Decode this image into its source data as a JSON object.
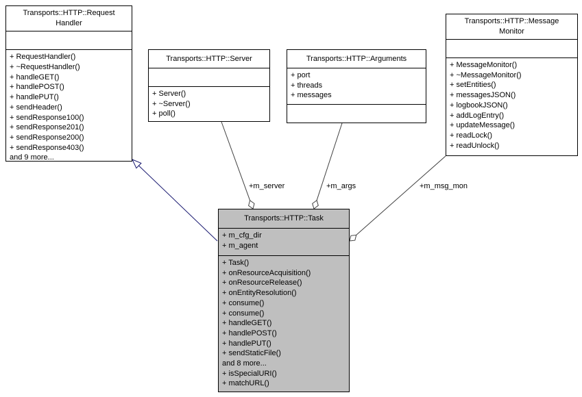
{
  "diagram": {
    "type": "uml-collaboration-diagram",
    "classes": {
      "request_handler": {
        "title_lines": [
          "Transports::HTTP::Request",
          "Handler"
        ],
        "attributes": [],
        "methods": [
          "+ RequestHandler()",
          "+ ~RequestHandler()",
          "+ handleGET()",
          "+ handlePOST()",
          "+ handlePUT()",
          "+ sendHeader()",
          "+ sendResponse100()",
          "+ sendResponse201()",
          "+ sendResponse200()",
          "+ sendResponse403()",
          "and 9 more..."
        ]
      },
      "server": {
        "title_lines": [
          "Transports::HTTP::Server"
        ],
        "attributes": [],
        "methods": [
          "+ Server()",
          "+ ~Server()",
          "+ poll()"
        ]
      },
      "arguments": {
        "title_lines": [
          "Transports::HTTP::Arguments"
        ],
        "attributes": [
          "+ port",
          "+ threads",
          "+ messages"
        ],
        "methods": []
      },
      "message_monitor": {
        "title_lines": [
          "Transports::HTTP::Message",
          "Monitor"
        ],
        "attributes": [],
        "methods": [
          "+ MessageMonitor()",
          "+ ~MessageMonitor()",
          "+ setEntities()",
          "+ messagesJSON()",
          "+ logbookJSON()",
          "+ addLogEntry()",
          "+ updateMessage()",
          "+ readLock()",
          "+ readUnlock()"
        ]
      },
      "task": {
        "title_lines": [
          "Transports::HTTP::Task"
        ],
        "attributes": [
          "+ m_cfg_dir",
          "+ m_agent"
        ],
        "methods": [
          "+ Task()",
          "+ onResourceAcquisition()",
          "+ onResourceRelease()",
          "+ onEntityResolution()",
          "+ consume()",
          "+ consume()",
          "+ handleGET()",
          "+ handlePOST()",
          "+ handlePUT()",
          "+ sendStaticFile()",
          "and 8 more...",
          "+ isSpecialURI()",
          "+ matchURL()"
        ]
      }
    },
    "edge_labels": {
      "m_server": "+m_server",
      "m_args": "+m_args",
      "m_msg_mon": "+m_msg_mon"
    },
    "colors": {
      "highlight_fill": "#bfbfbf",
      "box_fill": "#ffffff",
      "box_border": "#000000",
      "usage_edge": "#404040",
      "inheritance_edge": "#191970",
      "background": "#ffffff"
    }
  }
}
